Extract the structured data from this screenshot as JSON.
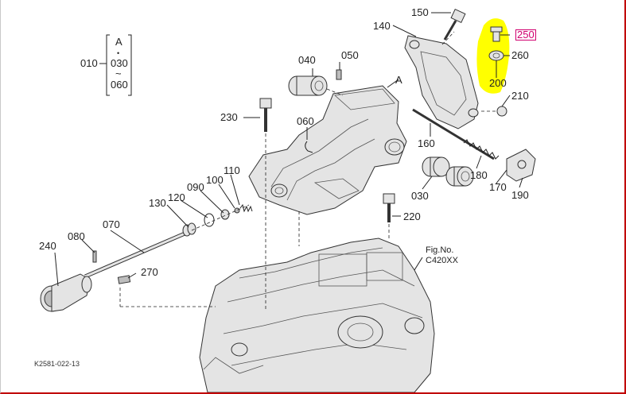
{
  "figure": {
    "fig_no_label": "Fig.No.",
    "fig_no": "C420XX",
    "drawing_id": "K2581-022-13",
    "view_marker": "A",
    "highlight_color": "#ffff00",
    "selected_color": "#d0006f"
  },
  "legend": {
    "letter": "A",
    "dot": "•",
    "left_code": "010",
    "upper_code": "030",
    "tilde": "~",
    "lower_code": "060"
  },
  "callouts": {
    "p040": "040",
    "p050": "050",
    "p060": "060",
    "p070": "070",
    "p080": "080",
    "p090": "090",
    "p100": "100",
    "p110": "110",
    "p120": "120",
    "p130": "130",
    "p140": "140",
    "p150": "150",
    "p160": "160",
    "p170": "170",
    "p180": "180",
    "p190": "190",
    "p200": "200",
    "p210": "210",
    "p220": "220",
    "p230": "230",
    "p240": "240",
    "p250": "250",
    "p260": "260",
    "p270": "270",
    "p030": "030"
  },
  "icons": {
    "highlight": "highlighter-mark",
    "parts": "exploded-parts-drawing"
  }
}
